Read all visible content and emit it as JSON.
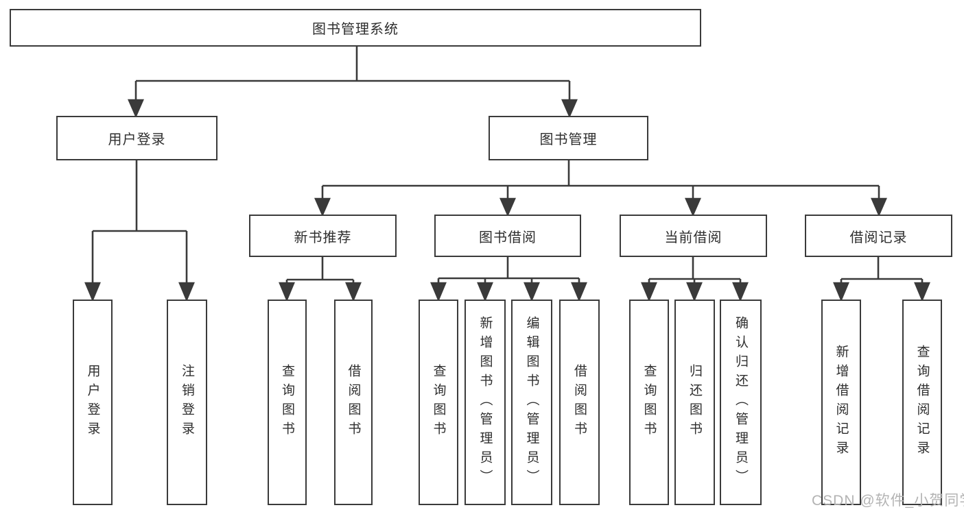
{
  "diagram": {
    "type": "hierarchy-tree",
    "root": {
      "label": "图书管理系统",
      "children": [
        {
          "label": "用户登录",
          "children": [
            {
              "label": "用户登录"
            },
            {
              "label": "注销登录"
            }
          ]
        },
        {
          "label": "图书管理",
          "children": [
            {
              "label": "新书推荐",
              "children": [
                {
                  "label": "查询图书"
                },
                {
                  "label": "借阅图书"
                }
              ]
            },
            {
              "label": "图书借阅",
              "children": [
                {
                  "label": "查询图书"
                },
                {
                  "label": "新增图书（管理员）"
                },
                {
                  "label": "编辑图书（管理员）"
                },
                {
                  "label": "借阅图书"
                }
              ]
            },
            {
              "label": "当前借阅",
              "children": [
                {
                  "label": "查询图书"
                },
                {
                  "label": "归还图书"
                },
                {
                  "label": "确认归还（管理员）"
                }
              ]
            },
            {
              "label": "借阅记录",
              "children": [
                {
                  "label": "新增借阅记录"
                },
                {
                  "label": "查询借阅记录"
                }
              ]
            }
          ]
        }
      ]
    }
  },
  "watermark": {
    "text": "CSDN @软件_小贺同学"
  },
  "colors": {
    "line": "#3a3a3a",
    "text": "#2e2e2e",
    "watermark": "#b3b3b3",
    "background": "#ffffff"
  }
}
